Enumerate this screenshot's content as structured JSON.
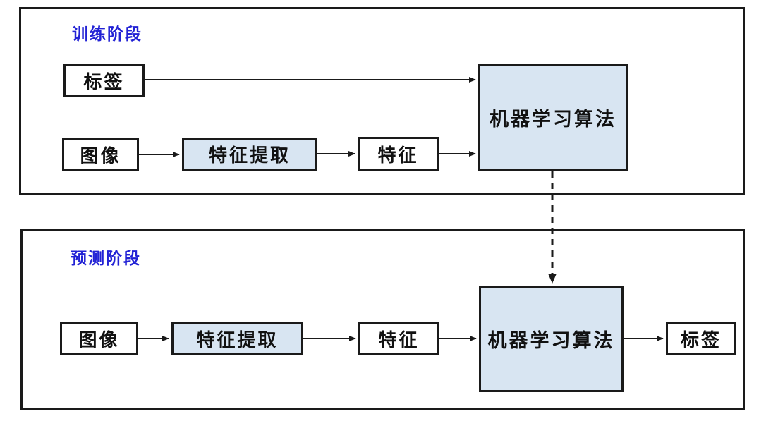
{
  "colors": {
    "line": "#1a1a1a",
    "highlight_fill": "#d8e5f2",
    "node_fill": "#ffffff",
    "title_text": "#2222d5",
    "node_text": "#111111",
    "background": "#ffffff"
  },
  "training": {
    "title": "训练阶段",
    "nodes": {
      "label": "标签",
      "image": "图像",
      "feature_extraction": "特征提取",
      "feature": "特征",
      "ml_algorithm": "机器学习算法"
    }
  },
  "prediction": {
    "title": "预测阶段",
    "nodes": {
      "image": "图像",
      "feature_extraction": "特征提取",
      "feature": "特征",
      "ml_algorithm": "机器学习算法",
      "label": "标签"
    }
  },
  "edges": {
    "training": [
      {
        "from": "标签",
        "to": "机器学习算法",
        "style": "solid"
      },
      {
        "from": "图像",
        "to": "特征提取",
        "style": "solid"
      },
      {
        "from": "特征提取",
        "to": "特征",
        "style": "solid"
      },
      {
        "from": "特征",
        "to": "机器学习算法",
        "style": "solid"
      }
    ],
    "cross_panel": [
      {
        "from": "机器学习算法(训练阶段)",
        "to": "机器学习算法(预测阶段)",
        "style": "dashed"
      }
    ],
    "prediction": [
      {
        "from": "图像",
        "to": "特征提取",
        "style": "solid"
      },
      {
        "from": "特征提取",
        "to": "特征",
        "style": "solid"
      },
      {
        "from": "特征",
        "to": "机器学习算法",
        "style": "solid"
      },
      {
        "from": "机器学习算法",
        "to": "标签",
        "style": "solid"
      }
    ]
  }
}
